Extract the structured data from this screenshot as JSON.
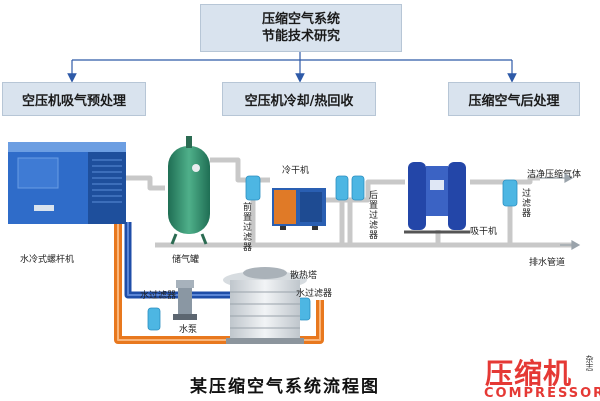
{
  "header": {
    "title_line1": "压缩空气系统",
    "title_line2": "节能技术研究"
  },
  "categories": [
    {
      "label": "空压机吸气预处理"
    },
    {
      "label": "空压机冷却/热回收"
    },
    {
      "label": "压缩空气后处理"
    }
  ],
  "equipment": {
    "compressor": "水冷式螺杆机",
    "tank": "储气罐",
    "dryer": "冷干机",
    "pre_filter": "前置过滤器",
    "post_filter": "后置过滤器",
    "adsorption_dryer": "吸干机",
    "final_filter": "过滤器",
    "clean_air": "洁净压缩气体",
    "drain": "排水管道",
    "cooling_tower": "散热塔",
    "water_filter_left": "水过滤器",
    "water_filter_right": "水过滤器",
    "pump": "水泵"
  },
  "caption": "某压缩空气系统流程图",
  "logo": {
    "cn": "压缩机",
    "en": "COMPRESSOR",
    "side": "杂志"
  },
  "colors": {
    "air_pipe": "#c8c8c8",
    "water_pipe": "#1f4ea8",
    "return_pipe": "#e8781e",
    "equipment_blue": "#2f6cc9",
    "arrow": "#2e5aa8",
    "logo_red": "#e53935"
  }
}
